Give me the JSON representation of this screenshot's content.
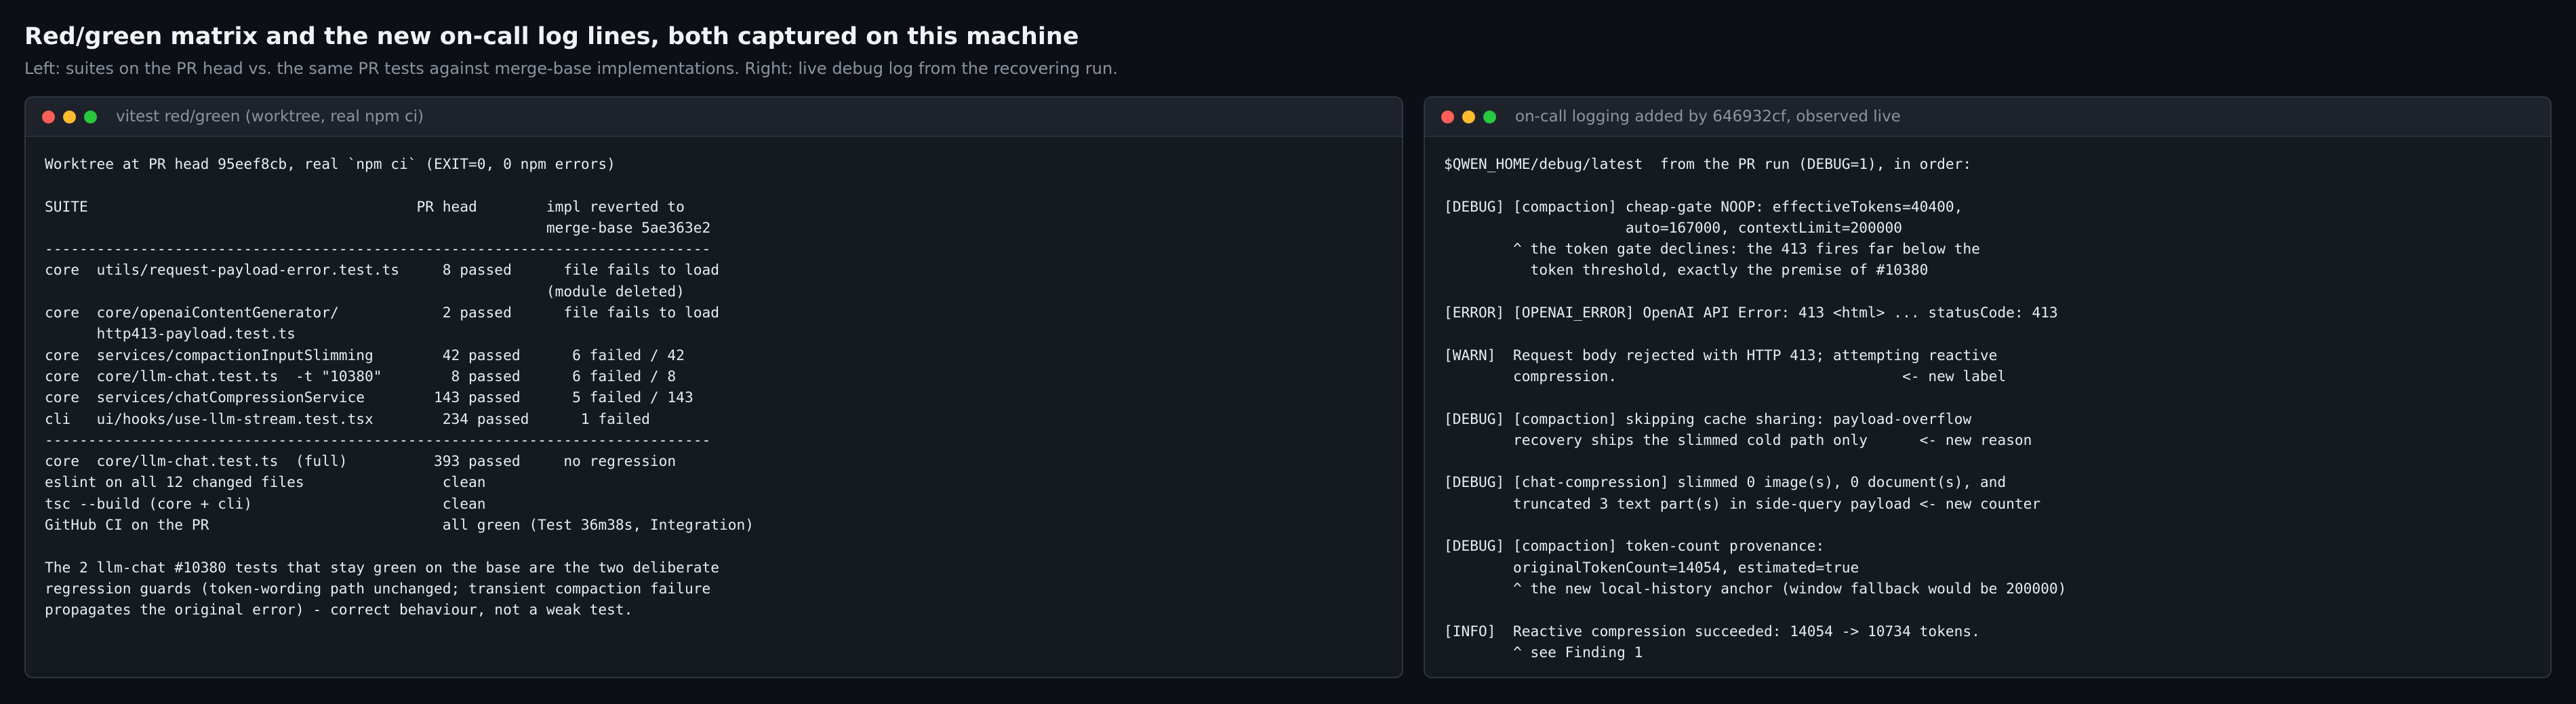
{
  "header": {
    "title": "Red/green matrix and the new on-call log lines, both captured on this machine",
    "subtitle": "Left: suites on the PR head vs. the same PR tests against merge-base implementations. Right: live debug log from the recovering run."
  },
  "colors": {
    "dot_close": "#ff5f57",
    "dot_minimize": "#febc2e",
    "dot_zoom": "#28c840"
  },
  "left_window": {
    "title": "vitest red/green (worktree, real npm ci)",
    "lines": [
      "Worktree at PR head 95eef8cb, real `npm ci` (EXIT=0, 0 npm errors)",
      "",
      "SUITE                                      PR head        impl reverted to",
      "                                                          merge-base 5ae363e2",
      "-----------------------------------------------------------------------------",
      "core  utils/request-payload-error.test.ts     8 passed      file fails to load",
      "                                                          (module deleted)",
      "core  core/openaiContentGenerator/            2 passed      file fails to load",
      "      http413-payload.test.ts",
      "core  services/compactionInputSlimming        42 passed      6 failed / 42",
      "core  core/llm-chat.test.ts  -t \"10380\"        8 passed      6 failed / 8",
      "core  services/chatCompressionService        143 passed      5 failed / 143",
      "cli   ui/hooks/use-llm-stream.test.tsx        234 passed      1 failed",
      "-----------------------------------------------------------------------------",
      "core  core/llm-chat.test.ts  (full)          393 passed     no regression",
      "eslint on all 12 changed files                clean",
      "tsc --build (core + cli)                      clean",
      "GitHub CI on the PR                           all green (Test 36m38s, Integration)",
      "",
      "The 2 llm-chat #10380 tests that stay green on the base are the two deliberate",
      "regression guards (token-wording path unchanged; transient compaction failure",
      "propagates the original error) - correct behaviour, not a weak test."
    ]
  },
  "right_window": {
    "title": "on-call logging added by 646932cf, observed live",
    "lines": [
      "$QWEN_HOME/debug/latest  from the PR run (DEBUG=1), in order:",
      "",
      "[DEBUG] [compaction] cheap-gate NOOP: effectiveTokens=40400,",
      "                     auto=167000, contextLimit=200000",
      "        ^ the token gate declines: the 413 fires far below the",
      "          token threshold, exactly the premise of #10380",
      "",
      "[ERROR] [OPENAI_ERROR] OpenAI API Error: 413 <html> ... statusCode: 413",
      "",
      "[WARN]  Request body rejected with HTTP 413; attempting reactive",
      "        compression.                                 <- new label",
      "",
      "[DEBUG] [compaction] skipping cache sharing: payload-overflow",
      "        recovery ships the slimmed cold path only      <- new reason",
      "",
      "[DEBUG] [chat-compression] slimmed 0 image(s), 0 document(s), and",
      "        truncated 3 text part(s) in side-query payload <- new counter",
      "",
      "[DEBUG] [compaction] token-count provenance:",
      "        originalTokenCount=14054, estimated=true",
      "        ^ the new local-history anchor (window fallback would be 200000)",
      "",
      "[INFO]  Reactive compression succeeded: 14054 -> 10734 tokens.",
      "        ^ see Finding 1"
    ]
  }
}
